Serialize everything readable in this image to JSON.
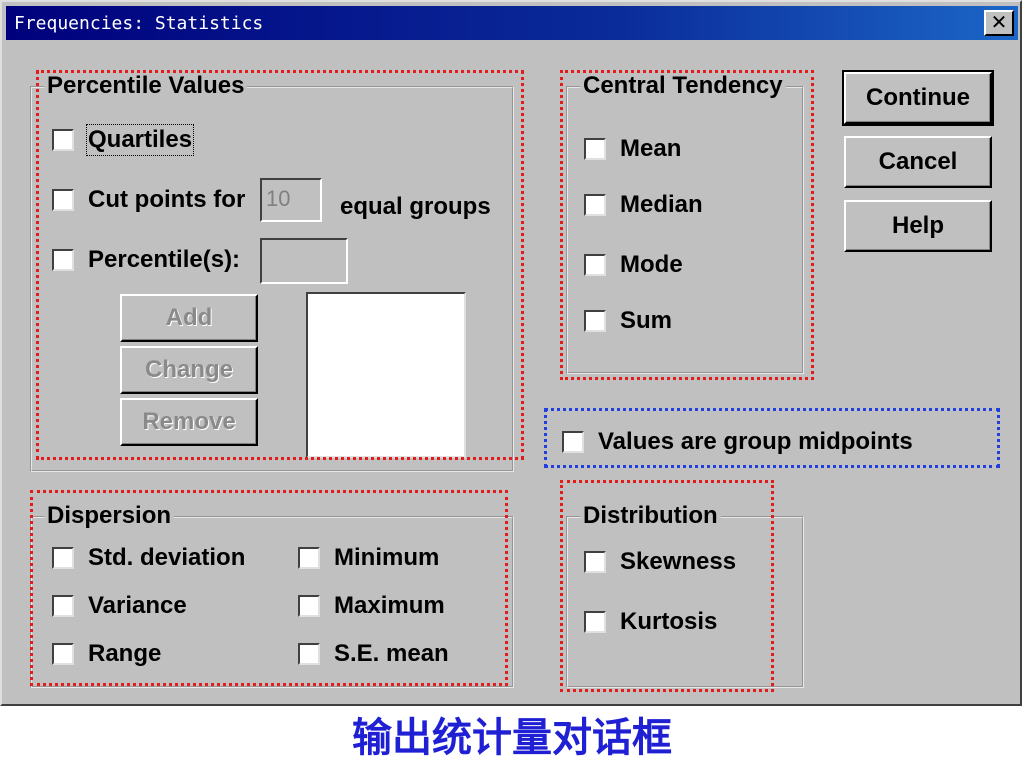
{
  "window": {
    "title": "Frequencies: Statistics",
    "close_icon": "close-icon",
    "close_glyph": "✕"
  },
  "percentile_values": {
    "legend": "Percentile Values",
    "quartiles_label": "Quartiles",
    "cut_points_label": "Cut points for",
    "cut_points_value": "10",
    "equal_groups_label": "equal groups",
    "percentiles_label": "Percentile(s):",
    "percentiles_value": "",
    "add_label": "Add",
    "change_label": "Change",
    "remove_label": "Remove"
  },
  "central_tendency": {
    "legend": "Central Tendency",
    "mean_label": "Mean",
    "median_label": "Median",
    "mode_label": "Mode",
    "sum_label": "Sum"
  },
  "buttons": {
    "continue_label": "Continue",
    "cancel_label": "Cancel",
    "help_label": "Help"
  },
  "midpoints": {
    "label": "Values are group midpoints"
  },
  "dispersion": {
    "legend": "Dispersion",
    "std_deviation_label": "Std. deviation",
    "minimum_label": "Minimum",
    "variance_label": "Variance",
    "maximum_label": "Maximum",
    "range_label": "Range",
    "se_mean_label": "S.E. mean"
  },
  "distribution": {
    "legend": "Distribution",
    "skewness_label": "Skewness",
    "kurtosis_label": "Kurtosis"
  },
  "caption": "输出统计量对话框",
  "colors": {
    "title_bar": "#00007c",
    "dialog_bg": "#c0c0c0",
    "highlight_red": "#e21b1b",
    "highlight_blue": "#1f3fe0",
    "caption": "#1f1fd4"
  }
}
